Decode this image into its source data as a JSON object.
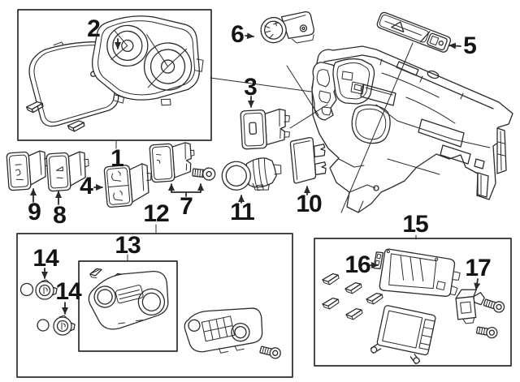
{
  "diagram": {
    "type": "exploded-parts-diagram",
    "colors": {
      "background": "#ffffff",
      "line": "#2b2b2b",
      "label": "#141414"
    },
    "callouts": [
      {
        "label": "1",
        "part": "instrument-cluster-assembly"
      },
      {
        "label": "2",
        "part": "instrument-cluster-lens"
      },
      {
        "label": "3",
        "part": "rocker-switch"
      },
      {
        "label": "4",
        "part": "dual-rocker-seat-heater-switch"
      },
      {
        "label": "5",
        "part": "hazard-switch-strip"
      },
      {
        "label": "6",
        "part": "headlight-leveling-dial-switch"
      },
      {
        "label": "7",
        "part": "switch-with-fastener"
      },
      {
        "label": "8",
        "part": "rocker-switch"
      },
      {
        "label": "9",
        "part": "rocker-switch"
      },
      {
        "label": "10",
        "part": "blanking-panel"
      },
      {
        "label": "11",
        "part": "barrel-knob-switch"
      },
      {
        "label": "12",
        "part": "climate-control-kit-box"
      },
      {
        "label": "13",
        "part": "climate-control-faceplate"
      },
      {
        "label": "14",
        "part": "control-knob-upper"
      },
      {
        "label": "14",
        "part": "control-knob-lower"
      },
      {
        "label": "15",
        "part": "display-unit-kit-box"
      },
      {
        "label": "16",
        "part": "display-bezel"
      },
      {
        "label": "17",
        "part": "mounting-bracket"
      }
    ]
  }
}
